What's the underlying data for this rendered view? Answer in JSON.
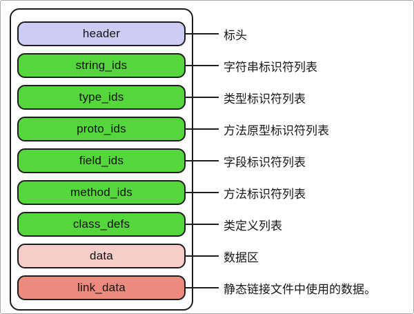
{
  "colors": {
    "header_fill": "#ccccf5",
    "ids_fill": "#55d63d",
    "data_fill": "#f6cdc9",
    "link_fill": "#ec8b7d",
    "stroke": "#1c1c1c",
    "frame_border": "#a8a8a8",
    "bg": "#ffffff"
  },
  "diagram": {
    "rows": [
      {
        "box_label": "header",
        "annotation": "标头"
      },
      {
        "box_label": "string_ids",
        "annotation": "字符串标识符列表"
      },
      {
        "box_label": "type_ids",
        "annotation": "类型标识符列表"
      },
      {
        "box_label": "proto_ids",
        "annotation": "方法原型标识符列表"
      },
      {
        "box_label": "field_ids",
        "annotation": "字段标识符列表"
      },
      {
        "box_label": "method_ids",
        "annotation": "方法标识符列表"
      },
      {
        "box_label": "class_defs",
        "annotation": "类定义列表"
      },
      {
        "box_label": "data",
        "annotation": "数据区"
      },
      {
        "box_label": "link_data",
        "annotation": "静态链接文件中使用的数据。"
      }
    ]
  }
}
